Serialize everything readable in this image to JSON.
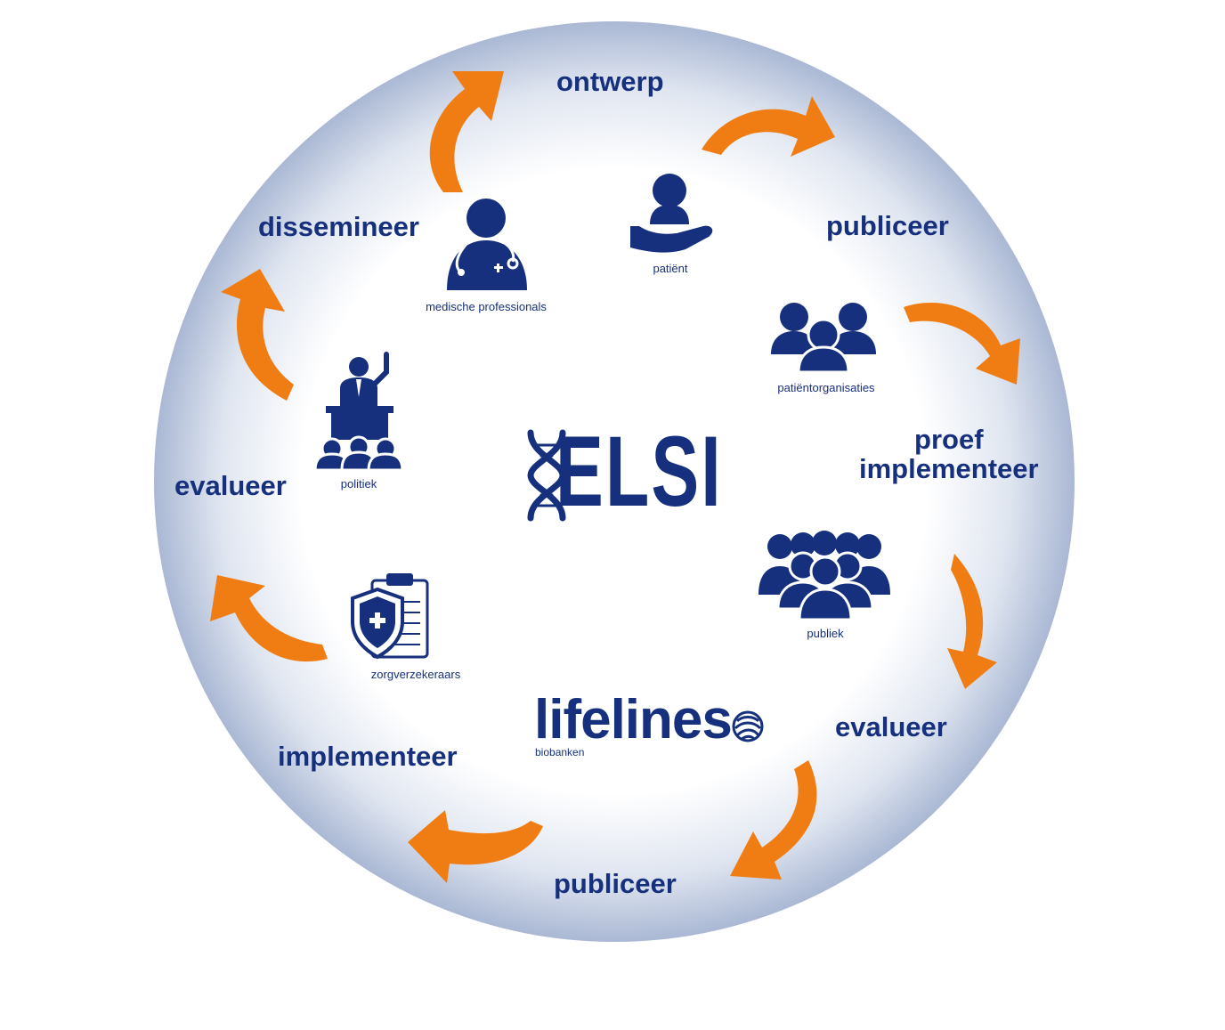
{
  "colors": {
    "primary": "#16307e",
    "arrow": "#f07d14",
    "ring": "#aab8d4",
    "center": "#ffffff"
  },
  "center_logo": {
    "text": "ELSI",
    "icon": "dna-helix-icon"
  },
  "stages": [
    {
      "id": "ontwerp",
      "label": "ontwerp"
    },
    {
      "id": "publiceer-1",
      "label": "publiceer"
    },
    {
      "id": "proef-implementeer",
      "label_lines": [
        "proef",
        "implementeer"
      ]
    },
    {
      "id": "evalueer-1",
      "label": "evalueer"
    },
    {
      "id": "publiceer-2",
      "label": "publiceer"
    },
    {
      "id": "implementeer",
      "label": "implementeer"
    },
    {
      "id": "evalueer-2",
      "label": "evalueer"
    },
    {
      "id": "dissemineer",
      "label": "dissemineer"
    }
  ],
  "stakeholders": [
    {
      "id": "medische-professionals",
      "caption": "medische professionals",
      "icon": "doctor-icon"
    },
    {
      "id": "patient",
      "caption": "patiënt",
      "icon": "patient-hand-icon"
    },
    {
      "id": "patientorganisaties",
      "caption": "patiëntorganisaties",
      "icon": "group-of-three-icon"
    },
    {
      "id": "publiek",
      "caption": "publiek",
      "icon": "crowd-icon"
    },
    {
      "id": "zorgverzekeraars",
      "caption": "zorgverzekeraars",
      "icon": "insurance-shield-icon"
    },
    {
      "id": "politiek",
      "caption": "politiek",
      "icon": "politician-podium-icon"
    }
  ],
  "lifelines": {
    "text": "lifelines",
    "subtitle": "biobanken",
    "icon": "fingerprint-icon"
  }
}
